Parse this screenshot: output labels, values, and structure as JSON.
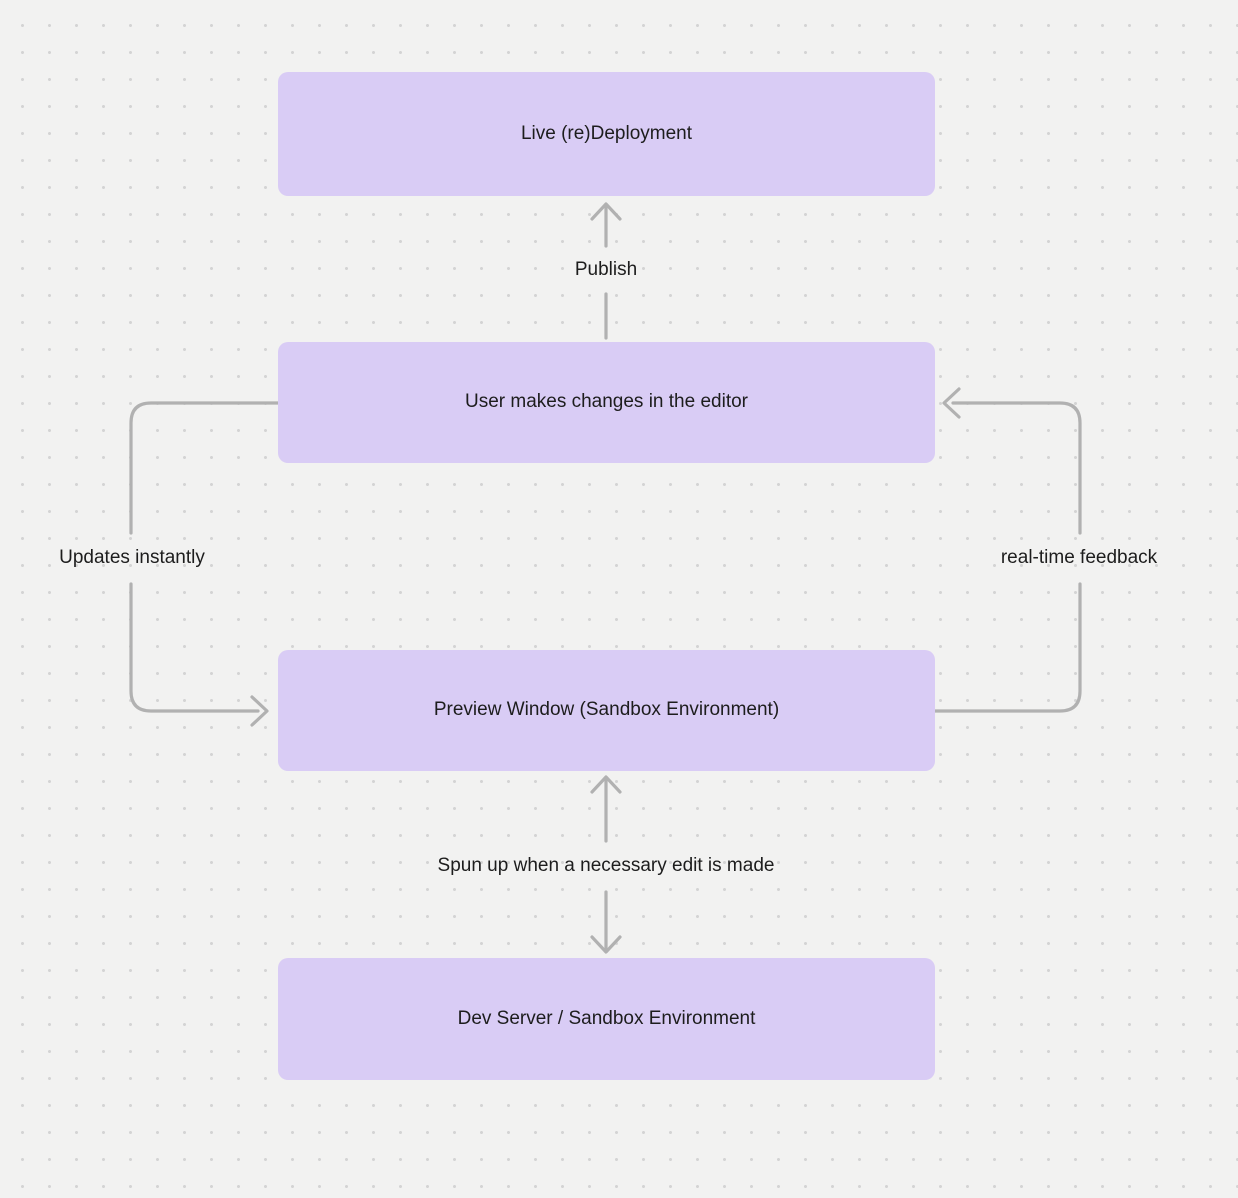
{
  "diagram": {
    "nodes": [
      {
        "id": "live-deployment",
        "label": "Live (re)Deployment"
      },
      {
        "id": "editor-changes",
        "label": "User makes changes in the editor"
      },
      {
        "id": "preview-window",
        "label": "Preview Window (Sandbox Environment)"
      },
      {
        "id": "dev-server",
        "label": "Dev Server / Sandbox Environment"
      }
    ],
    "edges": [
      {
        "id": "publish",
        "label": "Publish",
        "from": "editor-changes",
        "to": "live-deployment",
        "style": "straight-up"
      },
      {
        "id": "updates-instantly",
        "label": "Updates instantly",
        "from": "editor-changes",
        "to": "preview-window",
        "style": "left-loop"
      },
      {
        "id": "real-time-feedback",
        "label": "real-time feedback",
        "from": "preview-window",
        "to": "editor-changes",
        "style": "right-loop"
      },
      {
        "id": "spun-up",
        "label": "Spun up when a necessary edit is made",
        "from": "dev-server",
        "to": "preview-window",
        "style": "double-headed-vertical"
      }
    ],
    "colors": {
      "background": "#f2f2f1",
      "dot": "#d4d4d4",
      "node_fill": "#d9ccf5",
      "text": "#1d1d1d",
      "arrow": "#b1b1b1"
    }
  }
}
